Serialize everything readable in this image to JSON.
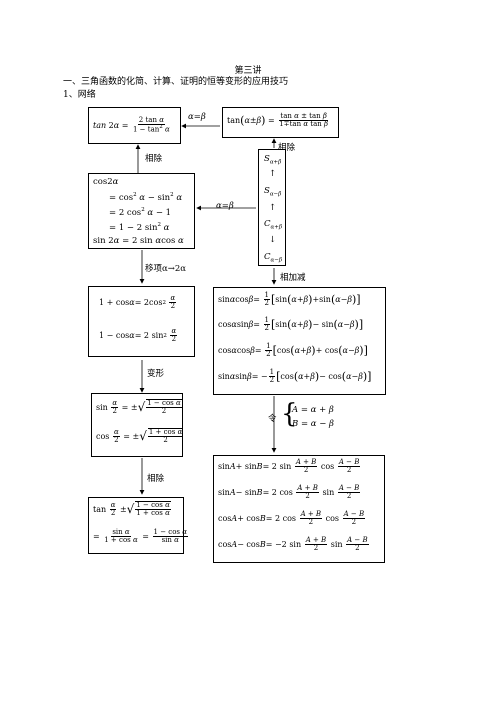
{
  "title": "第三讲",
  "section": "一、三角函数的化简、计算、证明的恒等变形的应用技巧",
  "subsection": "1、网络",
  "labels": {
    "alpha_eq_beta_1": "α=β",
    "xiangchu_1": "相除",
    "xiangchu_2": "相除",
    "alpha_eq_beta_2": "α=β",
    "yixiang": "移项α→2α",
    "xiangjiajian": "相加减",
    "bianxing": "变形",
    "xiangchu_3": "相除",
    "ling": "令"
  },
  "formulas": {
    "tan2a": "tan2α = 2tanα / (1 − tan²α)",
    "tan_sum": "tan(α±β) = (tanα ± tanβ) / (1∓tanαtanβ)",
    "chain": [
      "S(α+β)",
      "↑",
      "S(α−β)",
      "↑",
      "C(α+β)",
      "↓",
      "C(α−β)"
    ],
    "cos2a": [
      "cos2α",
      "= cos²α − sin²α",
      "= 2cos²α − 1",
      "= 1 − 2sin²α",
      "sin2α = 2sinαcosα"
    ],
    "half_sq": [
      "1+cosα = 2cos²(α/2)",
      "1−cosα = 2sin²(α/2)"
    ],
    "product_sum": [
      "sinαcosβ = ½[sin(α+β)+sin(α−β)]",
      "cosαsinβ = ½[sin(α+β)−sin(α−β)]",
      "cosαcosβ = ½[cos(α+β)+cos(α−β)]",
      "sinαsinβ = −½[cos(α+β)−cos(α−β)]"
    ],
    "half_angle": [
      "sin(α/2) = ±√((1−cosα)/2)",
      "cos(α/2) = ±√((1+cosα)/2)"
    ],
    "substitution": [
      "A = α+β",
      "B = α−β"
    ],
    "tan_half": [
      "tan(α/2) = ±√((1−cosα)/(1+cosα))",
      "= sinα/(1+cosα) = (1−cosα)/sinα"
    ],
    "sum_product": [
      "sinA+sinB = 2sin((A+B)/2)cos((A−B)/2)",
      "sinA−sinB = 2cos((A+B)/2)sin((A−B)/2)",
      "cosA+cosB = 2cos((A+B)/2)cos((A−B)/2)",
      "cosA−cosB = −2sin((A+B)/2)sin((A−B)/2)"
    ]
  }
}
